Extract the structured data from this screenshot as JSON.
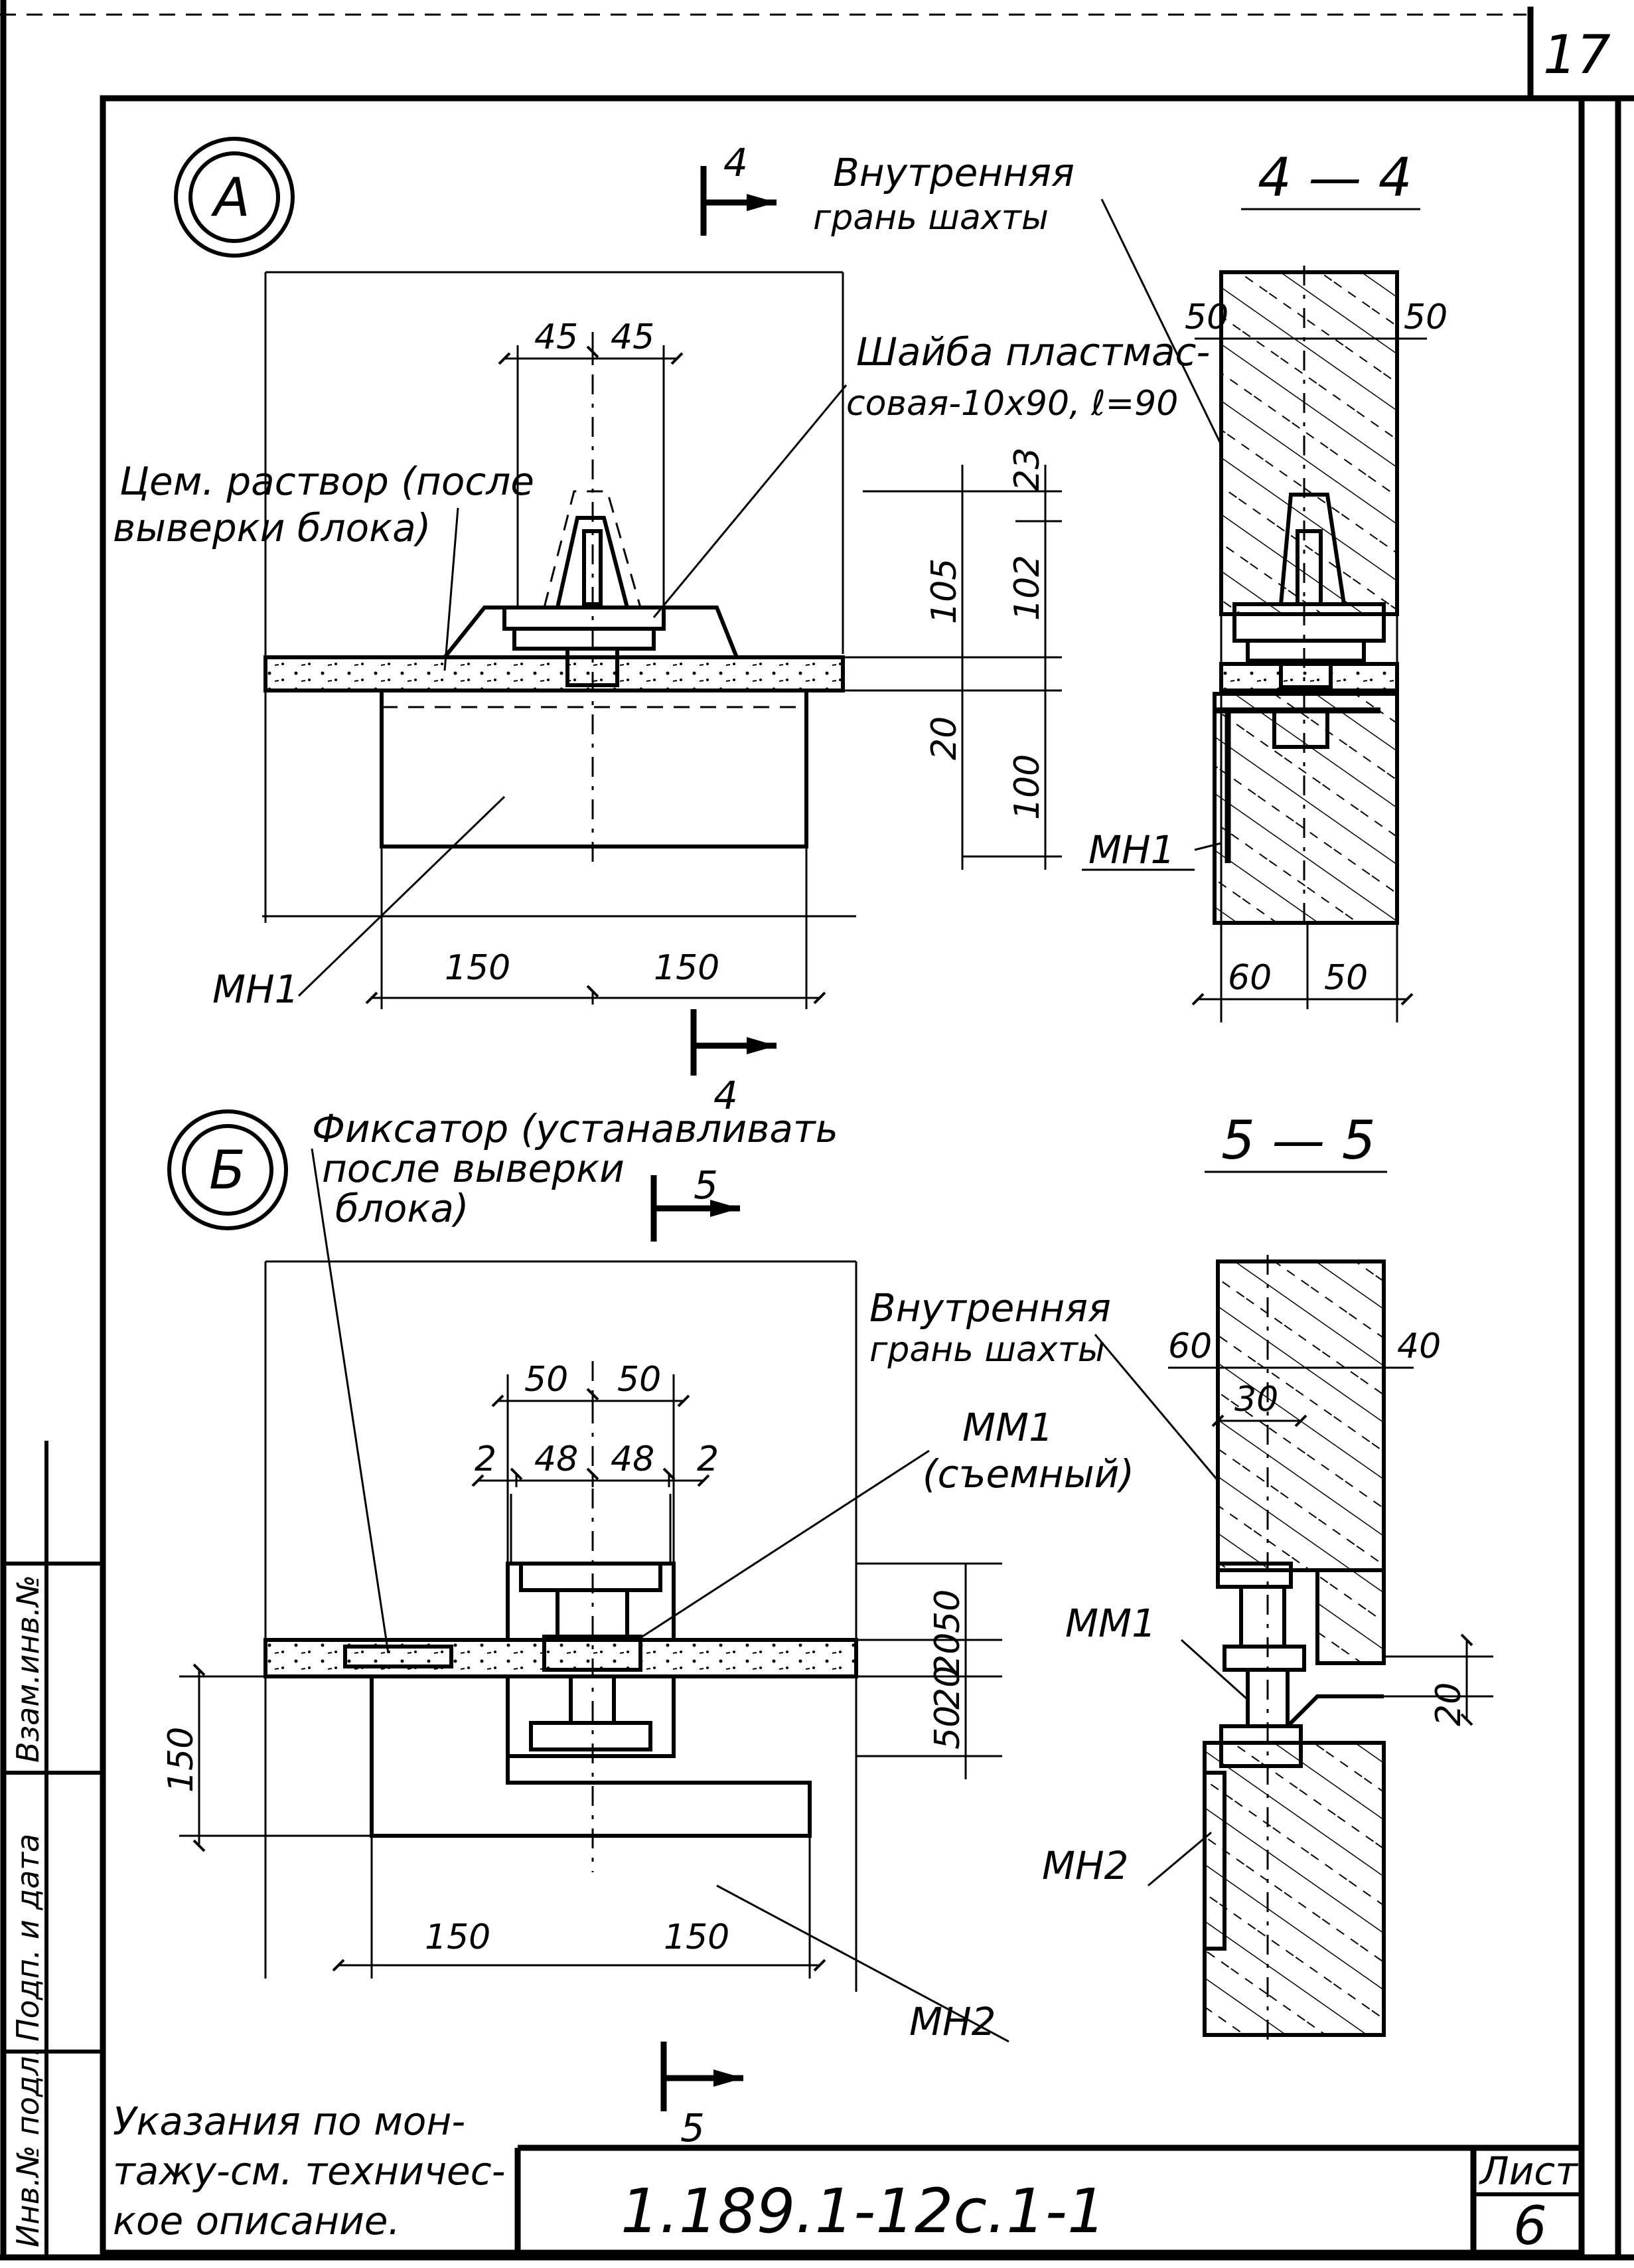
{
  "sheet": {
    "corner_number": "17",
    "code": "1.189.1-12с.1-1",
    "sheet_label": "Лист",
    "sheet_number": "6",
    "note": [
      "Указания по мон-",
      "тажу-см. техничес-",
      "кое описание."
    ],
    "side_stamp": [
      "Инв.№ подл.",
      "Подп. и дата",
      "Взам.инв.№"
    ]
  },
  "detail_a": {
    "marker": "А",
    "section_marker": "4",
    "section_title": "4 — 4",
    "labels": {
      "inner_face": [
        "Внутренняя",
        "грань шахты"
      ],
      "washer": [
        "Шайба пластмас-",
        "совая-10х90, ℓ=90"
      ],
      "mortar": [
        "Цем. раствор (после",
        "выверки блока)"
      ],
      "part": "МН1",
      "part_section": "МН1"
    },
    "dims": {
      "top_left": "45",
      "top_right": "45",
      "bottom_left": "150",
      "bottom_right": "150",
      "v_105": "105",
      "v_20": "20",
      "v_23": "23",
      "v_102": "102",
      "v_100": "100",
      "sec_top_left": "50",
      "sec_top_right": "50",
      "sec_bottom_left": "60",
      "sec_bottom_right": "50"
    }
  },
  "detail_b": {
    "marker": "Б",
    "section_marker": "5",
    "section_title": "5 — 5",
    "labels": {
      "fixator": [
        "Фиксатор (устанавливать",
        "после выверки",
        "блока)"
      ],
      "inner_face": [
        "Внутренняя",
        "грань шахты"
      ],
      "removable": [
        "ММ1",
        "(съемный)"
      ],
      "part": "МН2",
      "part_mm": "ММ1",
      "part_section": "МН2"
    },
    "dims": {
      "top_left": "50",
      "top_right": "50",
      "small_l": "2",
      "mid_l": "48",
      "mid_r": "48",
      "small_r": "2",
      "bottom_left": "150",
      "bottom_right": "150",
      "v_150": "150",
      "v_20": "20",
      "v_50": "50",
      "v_20b": "20",
      "v_50b": "50",
      "sec_left": "60",
      "sec_right": "40",
      "sec_30": "30",
      "sec_20": "20"
    }
  }
}
